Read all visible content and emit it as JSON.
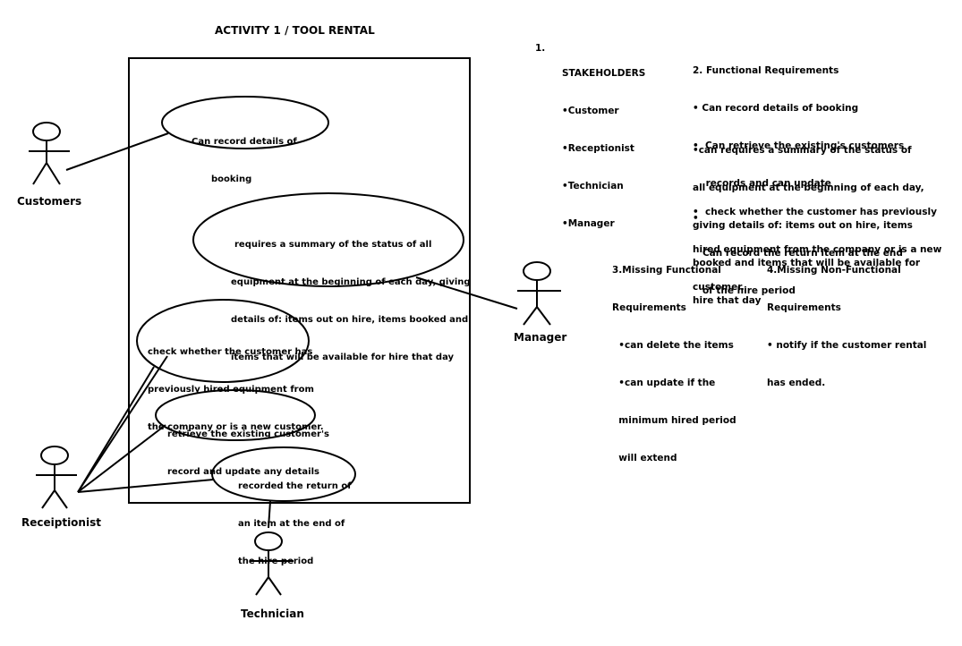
{
  "title": "ACTIVITY 1 / TOOL RENTAL",
  "actors": {
    "customers": "Customers",
    "manager": "Manager",
    "receiptionist": "Receiptionist",
    "technician": "Technician"
  },
  "use_cases": {
    "record_booking": [
      "Can record details of",
      "booking"
    ],
    "summary": [
      "requires a summary of the status of all",
      "equipment at the beginning of each day, giving",
      "details of: items out on hire, items booked and",
      "items that will be available for hire that day"
    ],
    "check_customer": [
      "check whether the customer has",
      "previously hired equipment from",
      "the company or is a new customer."
    ],
    "retrieve_record": [
      "retrieve the existing customer's",
      "record and update any details"
    ],
    "record_return": [
      "recorded the return of",
      "an item at the end of",
      "the hire period"
    ]
  },
  "stakeholders": {
    "number": "1.",
    "heading": "STAKEHOLDERS",
    "items": [
      "•Customer",
      "•Receptionist",
      "•Technician",
      "•Manager"
    ]
  },
  "functional": {
    "heading": "2. Functional Requirements",
    "items": [
      "• Can record details of booking",
      "•  Can retrieve the existing's customers",
      "    records and can update",
      "• ",
      "   Can record the return item at the end",
      "   of the hire period"
    ],
    "para1": [
      "•can requires a summary of the status of",
      "all equipment at the beginning of each day,",
      "giving details of: items out on hire, items",
      "booked and items that will be available for",
      "hire that day"
    ],
    "para2": [
      "•  check whether the customer has previously",
      "hired equipment from the company or is a new",
      "customer."
    ]
  },
  "missing_functional": {
    "heading": [
      "3.Missing Functional",
      "Requirements"
    ],
    "items": [
      "  •can delete the items",
      "  •can update if the",
      "  minimum hired period",
      "  will extend"
    ]
  },
  "missing_nonfunctional": {
    "heading": [
      "4.Missing Non-Functional",
      "Requirements"
    ],
    "items": [
      "• notify if the customer rental",
      "has ended."
    ]
  }
}
